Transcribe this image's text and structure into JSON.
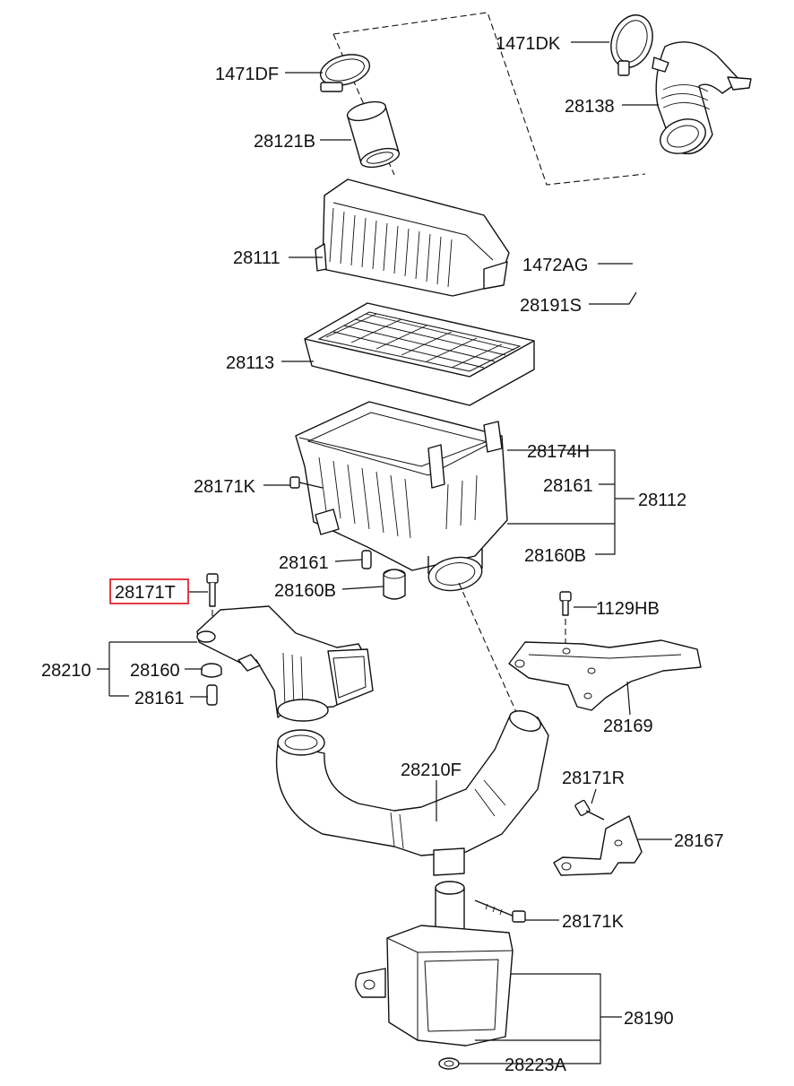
{
  "highlight_color": "#e0262f",
  "labels": {
    "p1471DF": "1471DF",
    "p1471DK": "1471DK",
    "p28138": "28138",
    "p28121B": "28121B",
    "p28111": "28111",
    "p1472AG": "1472AG",
    "p28191S": "28191S",
    "p28113": "28113",
    "p28174H": "28174H",
    "p28171K_top": "28171K",
    "p28161_right": "28161",
    "p28112": "28112",
    "p28160B_right": "28160B",
    "p28161_mid": "28161",
    "p28171T": "28171T",
    "p28160B_mid": "28160B",
    "p1129HB": "1129HB",
    "p28210": "28210",
    "p28160": "28160",
    "p28161_left": "28161",
    "p28169": "28169",
    "p28210F": "28210F",
    "p28171R": "28171R",
    "p28167": "28167",
    "p28171K_bottom": "28171K",
    "p28190": "28190",
    "p28223A": "28223A"
  }
}
